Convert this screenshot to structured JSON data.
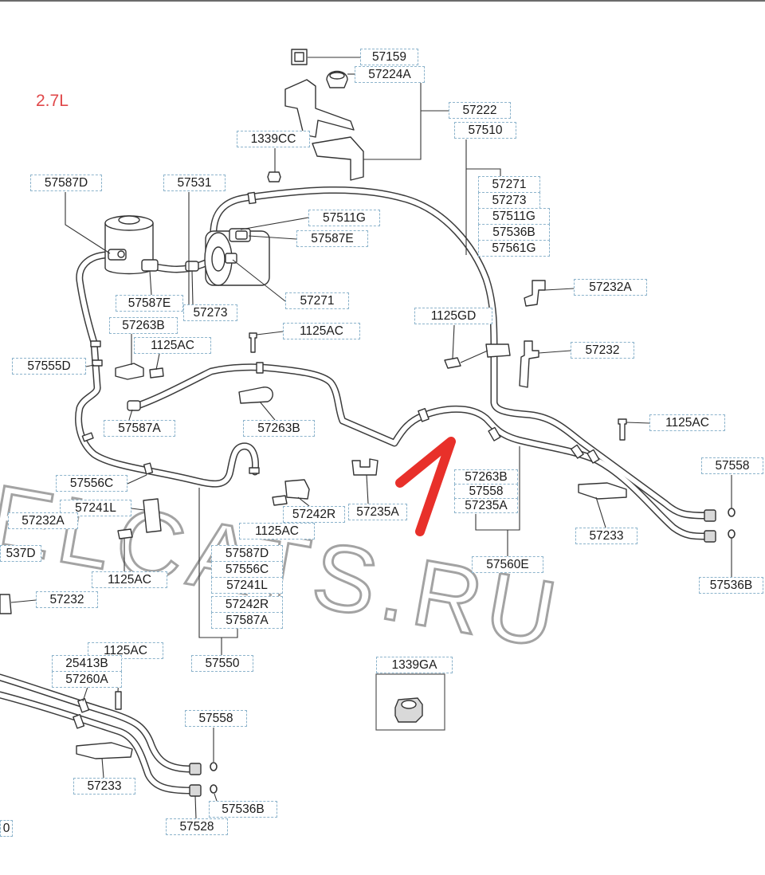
{
  "diagram": {
    "engine_label": "2.7L",
    "watermark": "ELCATS.RU",
    "part_labels": [
      "57159",
      "57224A",
      "57222",
      "57510",
      "1339CC",
      "57587D",
      "57531",
      "57271",
      "57273",
      "57511G",
      "57536B",
      "57561G",
      "57511G",
      "57587E",
      "57232A",
      "57271",
      "57587E",
      "57273",
      "57263B",
      "1125AC",
      "1125GD",
      "1125AC",
      "57232",
      "57555D",
      "57587A",
      "57263B",
      "1125AC",
      "57558",
      "57263B",
      "57558",
      "57235A",
      "57556C",
      "57241L",
      "57242R",
      "57235A",
      "57232A",
      "1125AC",
      "57233",
      "537D",
      "57587D",
      "57556C",
      "57241L",
      "57242R",
      "57587A",
      "57560E",
      "1125AC",
      "57232",
      "57536B",
      "1125AC",
      "25413B",
      "57260A",
      "57550",
      "1339GA",
      "57558",
      "57233",
      "57536B",
      "57528",
      "0"
    ],
    "colors": {
      "engine_label": "#e0484a",
      "highlight_arrow": "#e8302a",
      "callout_border": "#8db4cc",
      "line_art": "#3c3c3c",
      "watermark": "#a3a3a3"
    },
    "icons": {
      "highlight": "red-arrow-icon",
      "reservoir": "reservoir-tank-icon",
      "pump": "power-steering-pump-icon"
    }
  }
}
